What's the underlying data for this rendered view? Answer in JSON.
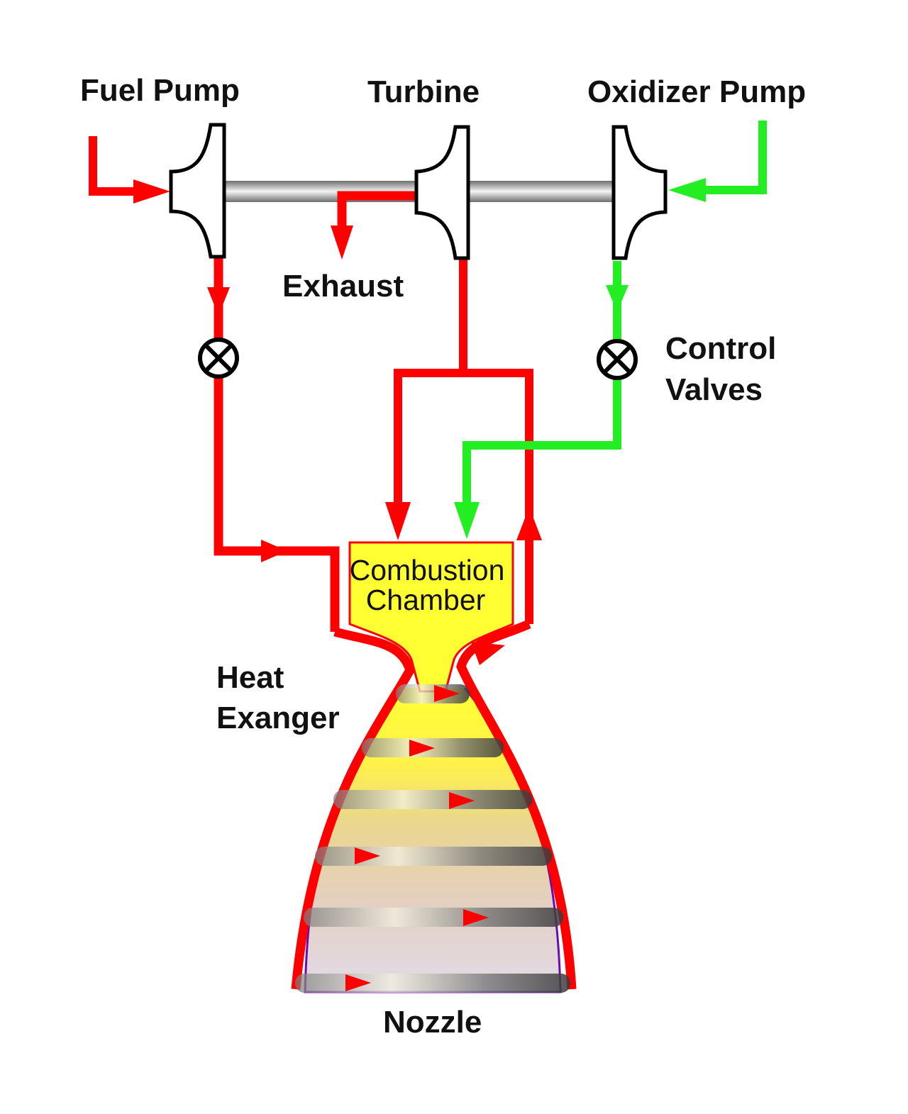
{
  "labels": {
    "fuel_pump": "Fuel Pump",
    "turbine": "Turbine",
    "oxidizer_pump": "Oxidizer Pump",
    "exhaust": "Exhaust",
    "control_valves_line1": "Control",
    "control_valves_line2": "Valves",
    "combustion_line1": "Combustion",
    "combustion_line2": "Chamber",
    "heat_exchanger_line1": "Heat",
    "heat_exchanger_line2": "Exanger",
    "nozzle": "Nozzle"
  },
  "colors": {
    "fuel_line": "#ff0000",
    "oxidizer_line": "#00ee00",
    "chamber_fill": "#ffff33",
    "outline": "#000000",
    "nozzle_edge": "#6a0dad"
  }
}
